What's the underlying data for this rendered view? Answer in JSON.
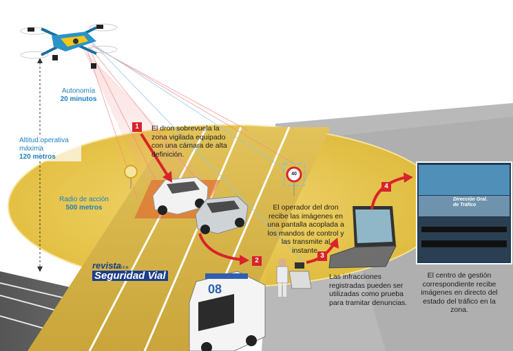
{
  "texts": {
    "autonomy_label": "Autonomía",
    "autonomy_value": "20 minutos",
    "altitude_label_1": "Altitud operativa",
    "altitude_label_2": "máxima",
    "altitude_value": "120 metros",
    "radius_label": "Radio de acción",
    "radius_value": "500 metros",
    "step1_text": "El dron sobrevuela la zona vigilada equipado con una cámara de alta definición.",
    "step2_text": "El operador del dron recibe las imágenes en una pantalla acoplada a los mandos de control y las transmite al instante.",
    "step3_text": "Las  infracciones registradas pueden ser utilizadas como prueba para tramitar denuncias.",
    "step4_text": "El centro de gestión correspondiente recibe imágenes en directo del estado del tráfico en la zona.",
    "van_number": "08",
    "sign_text": "40",
    "dgt_line1": "Dirección Gral.",
    "dgt_line2": "de Tráfico",
    "brand_line1": "revista",
    "brand_line2": "tráfico",
    "brand_line3": "Seguridad Vial"
  },
  "steps": [
    "1",
    "2",
    "3",
    "4"
  ],
  "colors": {
    "zone": "#e9c84a",
    "road": "#4a4a4a",
    "accent_red": "#d8232a",
    "drone": "#2a93c9",
    "blue_text": "#1b7fc2",
    "brand": "#1d3f8a"
  }
}
